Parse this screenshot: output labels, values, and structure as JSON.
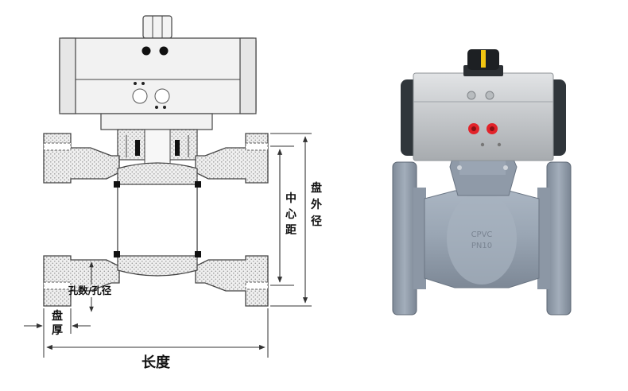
{
  "dimension_labels": {
    "center_distance": [
      "中",
      "心",
      "距"
    ],
    "flange_outer_diameter": [
      "盘",
      "外",
      "径"
    ],
    "holes": "孔数/孔径",
    "flange_thickness": [
      "盘",
      "厚"
    ],
    "length": "长度"
  },
  "photo": {
    "body_marking_1": "CPVC",
    "body_marking_2": "PN10"
  },
  "colors": {
    "outline": "#444444",
    "hatch": "#b9b9b9",
    "actuator": "#ededed",
    "valve_body": "#9eaab8",
    "valve_body_dark": "#6b7684",
    "actuator_metal": "#c9cbcd",
    "actuator_dark": "#2f3438",
    "port_red": "#e2232a",
    "indicator_yellow": "#f2c511"
  }
}
